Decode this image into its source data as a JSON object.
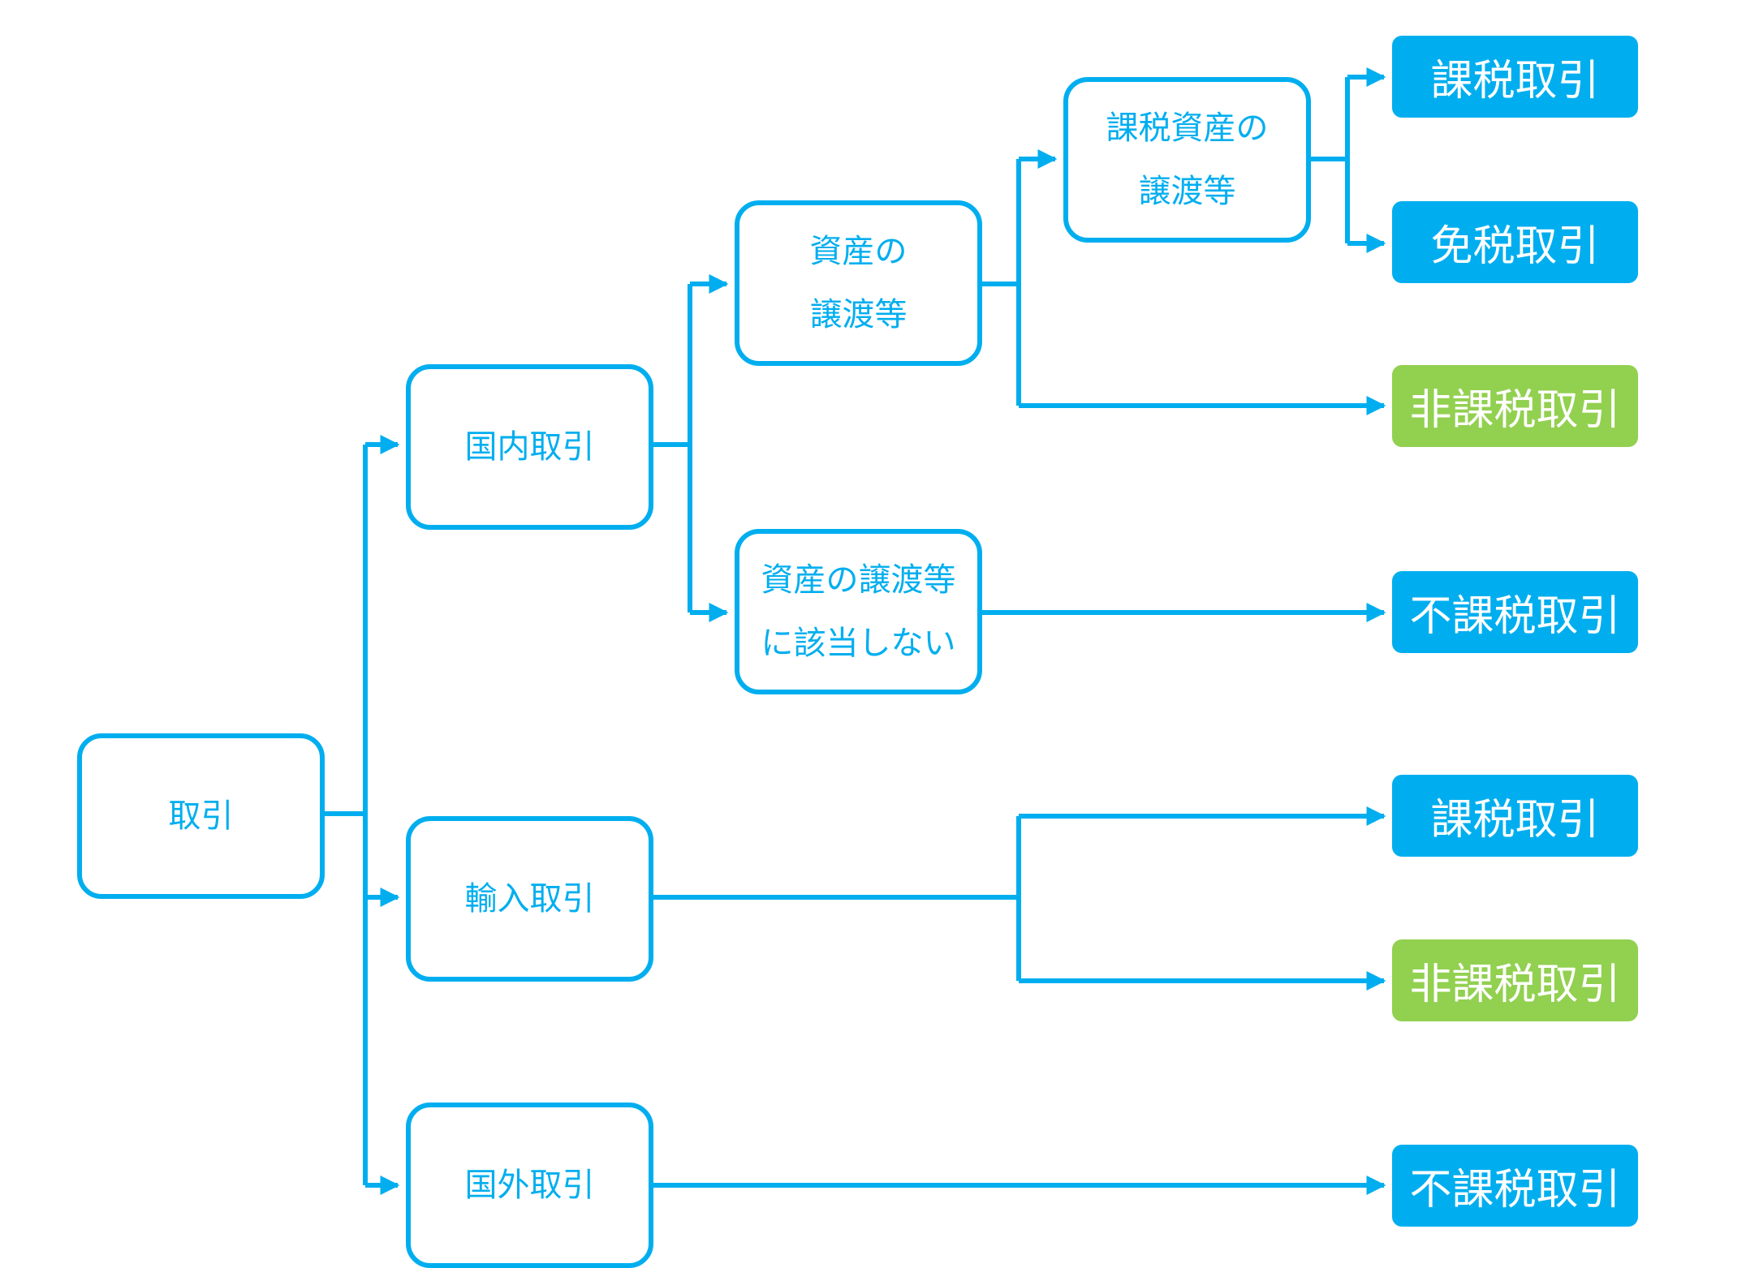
{
  "nodes": {
    "torihiki": {
      "label": "取引"
    },
    "kokunai": {
      "label": "国内取引"
    },
    "yunyu": {
      "label": "輸入取引"
    },
    "kokugai": {
      "label": "国外取引"
    },
    "shisan_joto": {
      "lines": [
        "資産の",
        "譲渡等"
      ]
    },
    "shisan_gaito_shinai": {
      "lines": [
        "資産の譲渡等",
        "に該当しない"
      ]
    },
    "kazei_shisan_joto": {
      "lines": [
        "課税資産の",
        "譲渡等"
      ]
    }
  },
  "results": {
    "kazei_1": {
      "label": "課税取引",
      "kind": "taxable"
    },
    "menzei": {
      "label": "免税取引",
      "kind": "exempt"
    },
    "hikazei_1": {
      "label": "非課税取引",
      "kind": "nontaxable"
    },
    "fukazei_1": {
      "label": "不課税取引",
      "kind": "outofscope"
    },
    "kazei_2": {
      "label": "課税取引",
      "kind": "taxable"
    },
    "hikazei_2": {
      "label": "非課税取引",
      "kind": "nontaxable"
    },
    "fukazei_2": {
      "label": "不課税取引",
      "kind": "outofscope"
    }
  },
  "colors": {
    "accent": "#00aeef",
    "nontaxable": "#92d050",
    "background": "#ffffff"
  }
}
